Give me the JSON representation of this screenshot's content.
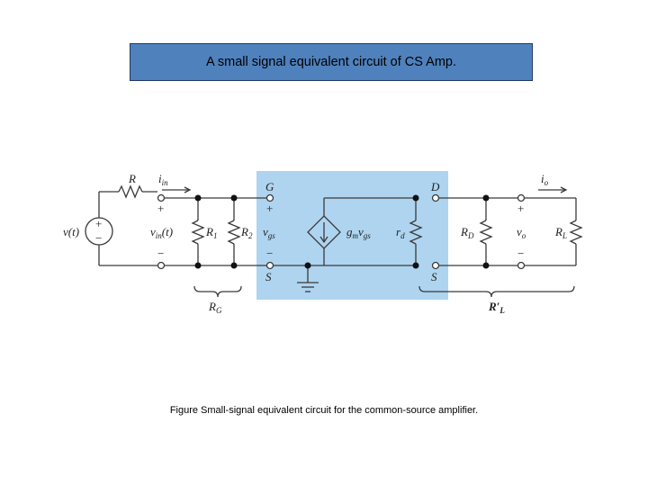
{
  "title": "A small signal equivalent circuit of CS Amp.",
  "caption": "Figure  Small-signal equivalent circuit for the common-source amplifier.",
  "colors": {
    "title_bg": "#4f81bd",
    "highlight": "#aed4f0",
    "wire": "#3a3a3a"
  },
  "labels": {
    "R": "R",
    "i_in": "i",
    "i_in_sub": "in",
    "vt": "v(t)",
    "vin": "v",
    "vin_sub": "in",
    "vin_arg": "(t)",
    "R1": "R",
    "R1_sub": "1",
    "R2": "R",
    "R2_sub": "2",
    "G": "G",
    "S_left": "S",
    "vgs": "v",
    "vgs_sub": "gs",
    "gm": "g",
    "gm_sub": "m",
    "gm_v": "v",
    "gm_v_sub": "gs",
    "rd": "r",
    "rd_sub": "d",
    "D": "D",
    "S_right": "S",
    "RD": "R",
    "RD_sub": "D",
    "vo": "v",
    "vo_sub": "o",
    "io": "i",
    "io_sub": "o",
    "RL": "R",
    "RL_sub": "L",
    "RG": "R",
    "RG_sub": "G",
    "RLp": "R′",
    "RLp_sub": "L",
    "plus": "+",
    "minus": "−"
  }
}
